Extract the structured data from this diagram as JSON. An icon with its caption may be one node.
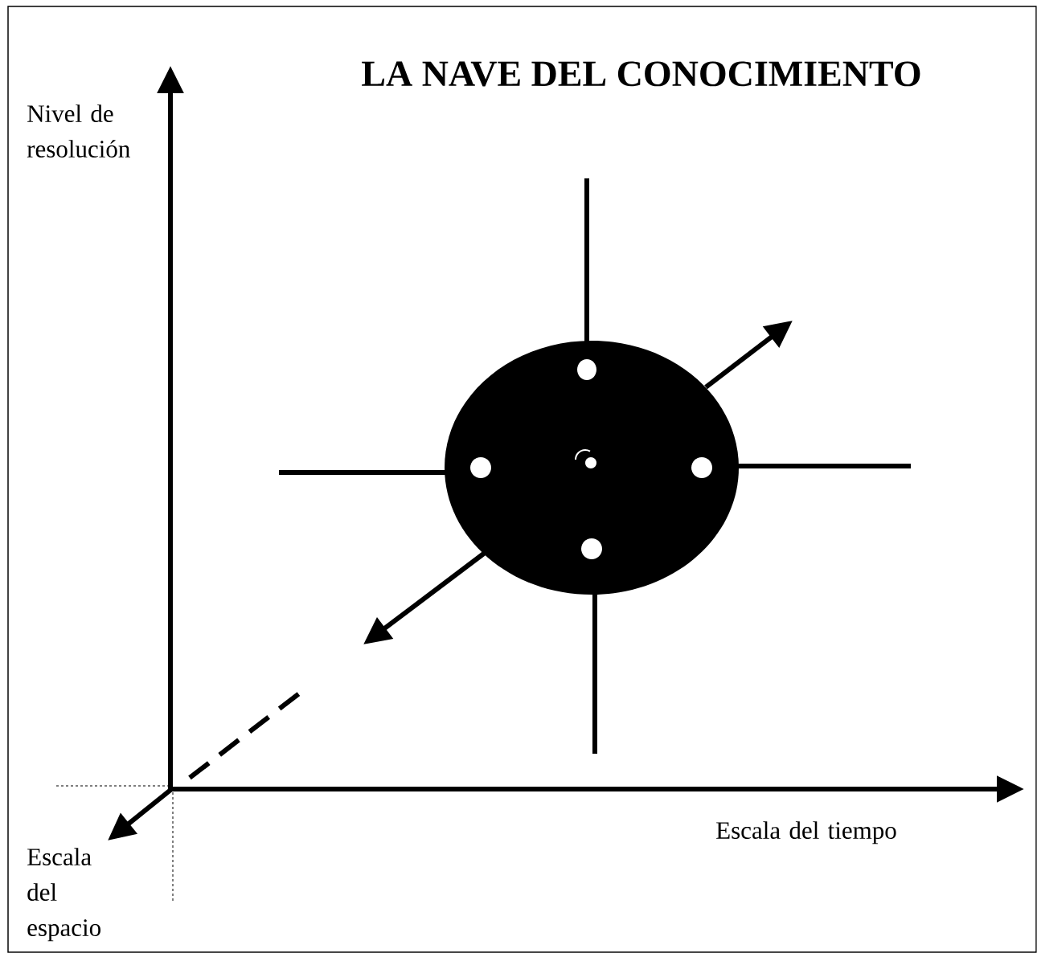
{
  "diagram": {
    "title": "LA NAVE DEL CONOCIMIENTO",
    "labels": [
      "Nivel de resolución",
      "Escala del tiempo",
      "Escala del espacio"
    ]
  }
}
